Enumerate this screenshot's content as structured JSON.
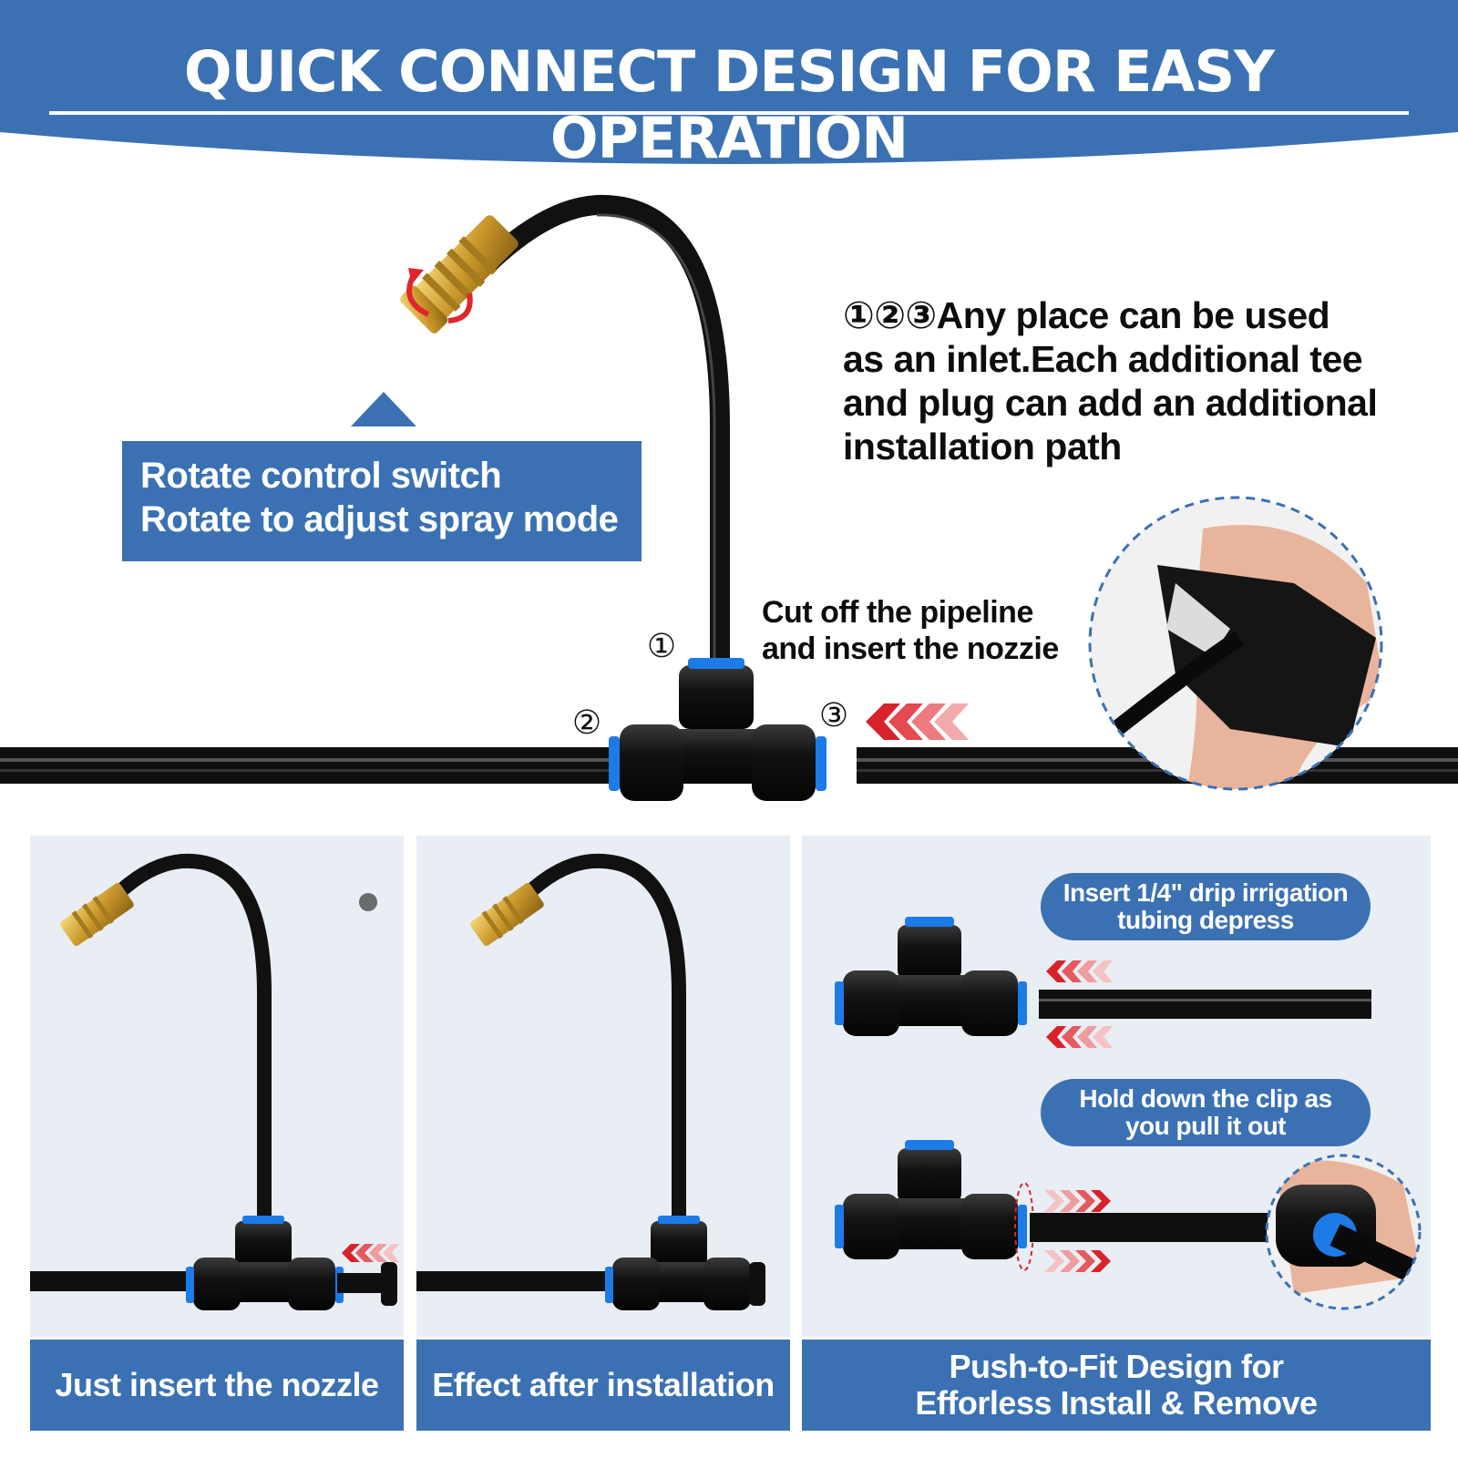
{
  "header": {
    "title": "QUICK CONNECT DESIGN FOR EASY OPERATION"
  },
  "callout": {
    "line1": "Rotate control switch",
    "line2": "Rotate to adjust spray mode"
  },
  "info": {
    "lines": [
      "①②③Any place can be used",
      "as an inlet.Each additional tee",
      "and plug can add an additional",
      "installation path"
    ]
  },
  "cut_instruction": {
    "lines": [
      "Cut off the pipeline",
      "and insert the nozzie"
    ]
  },
  "ports": {
    "p1": "①",
    "p2": "②",
    "p3": "③"
  },
  "panels": {
    "left_caption": "Just insert the nozzle",
    "middle_caption": "Effect after installation",
    "right_caption_line1": "Push-to-Fit Design for",
    "right_caption_line2": "Efforless Install & Remove",
    "pill_insert_line1": "Insert 1/4\" drip irrigation",
    "pill_insert_line2": "tubing depress",
    "pill_hold_line1": "Hold down the clip as",
    "pill_hold_line2": "you pull it out"
  },
  "colors": {
    "brand_blue": "#3b71b2",
    "connector_blue": "#1d7be8",
    "arrow_red": "#d8232a",
    "panel_bg": "#e9edf4",
    "tube_black": "#141414",
    "brass": "#d4a83a"
  }
}
